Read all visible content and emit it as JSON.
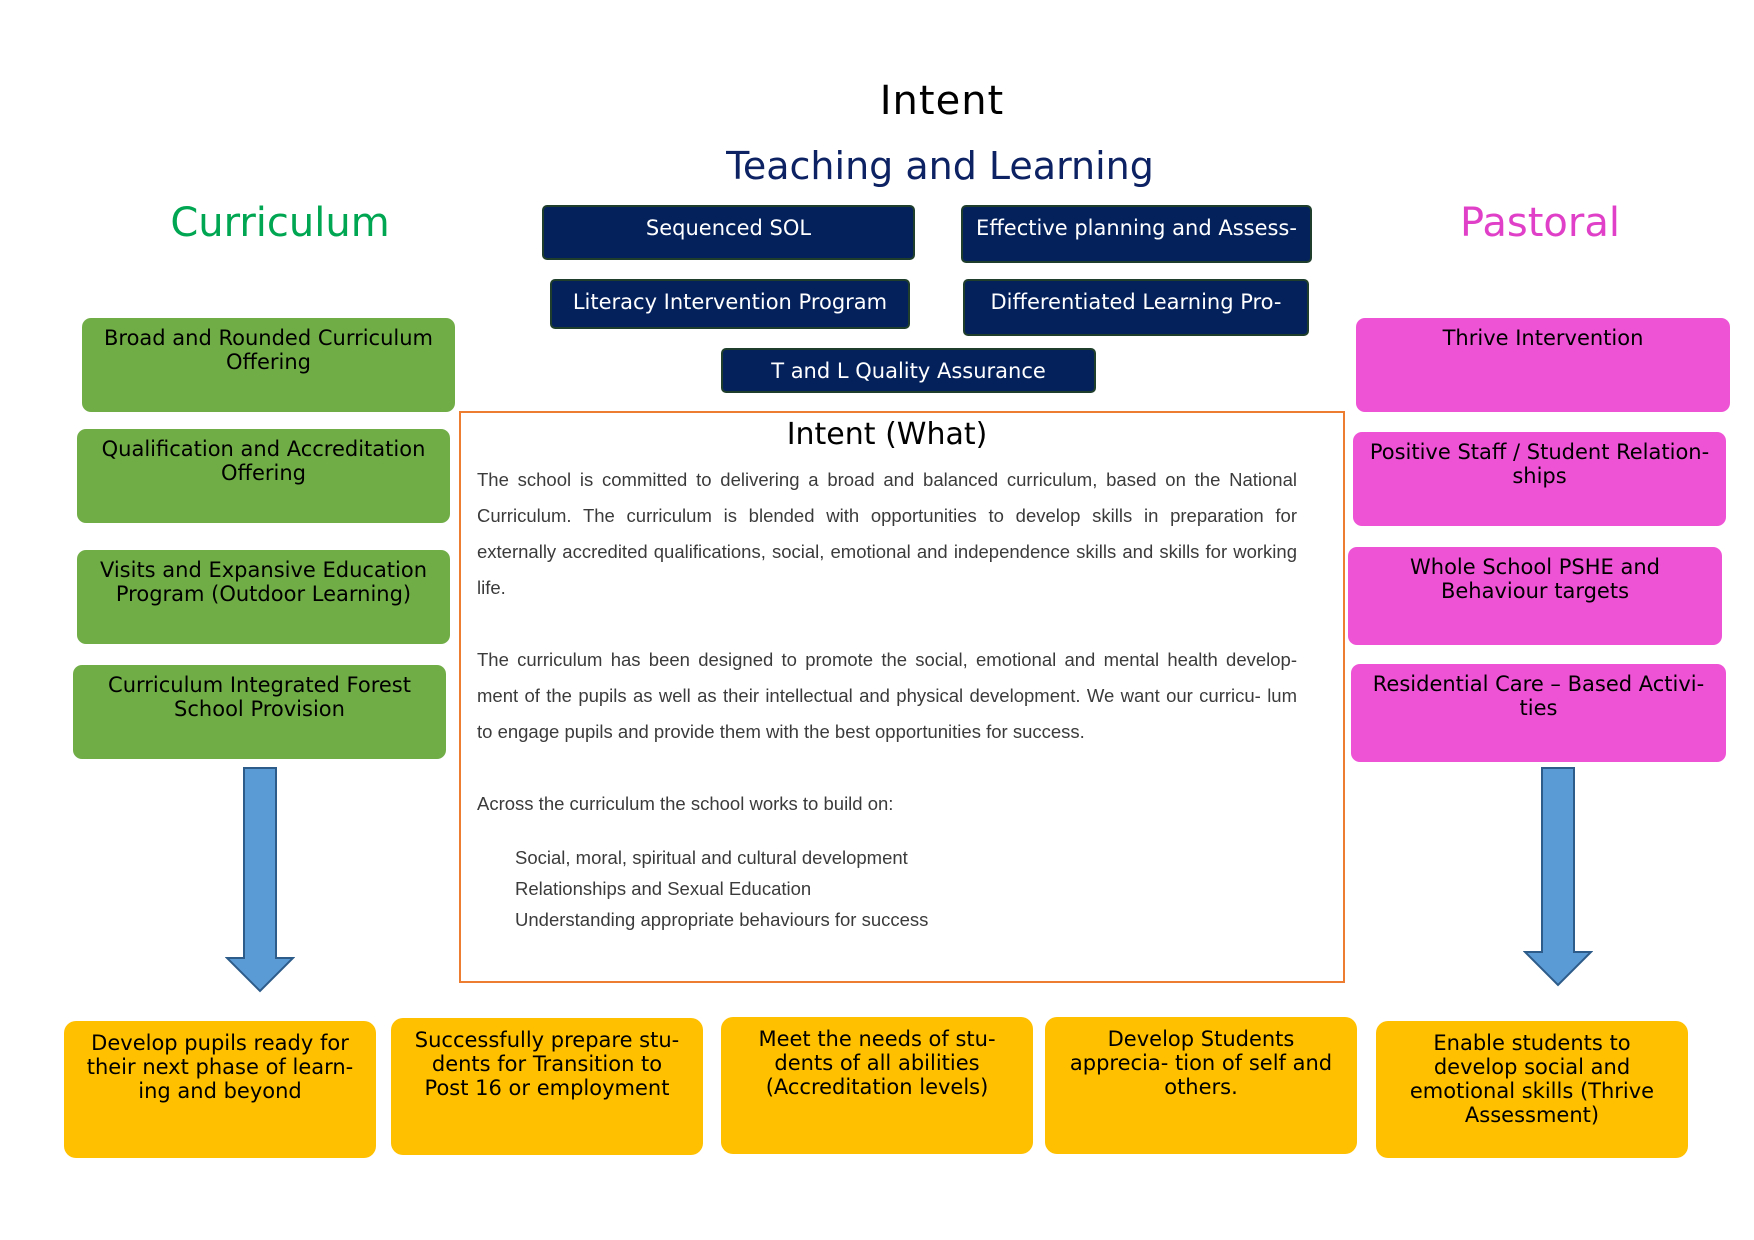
{
  "header": {
    "title": "Intent",
    "subtitle": "Teaching and Learning"
  },
  "columns": {
    "curriculum_heading": "Curriculum",
    "pastoral_heading": "Pastoral"
  },
  "teaching": {
    "boxes": [
      "Sequenced SOL",
      "Effective planning and Assess-",
      "Literacy Intervention Program",
      "Differentiated Learning Pro-",
      "T and L Quality Assurance"
    ]
  },
  "curriculum": {
    "items": [
      "Broad and Rounded Curriculum Offering",
      "Qualification and Accreditation Offering",
      "Visits and Expansive Education Program (Outdoor Learning)",
      "Curriculum Integrated Forest School Provision"
    ]
  },
  "pastoral": {
    "items": [
      "Thrive Intervention",
      "Positive Staff / Student Relation- ships",
      "Whole School PSHE and Behaviour targets",
      "Residential Care – Based Activi- ties"
    ]
  },
  "intent": {
    "title": "Intent (What)",
    "para1": "The school is committed to delivering a broad and balanced curriculum, based on the National Curriculum. The curriculum is blended with opportunities to develop skills in preparation for externally accredited qualifications, social, emotional and independence skills and skills for working life.",
    "para2": "The curriculum has been designed to promote the social, emotional and mental health develop- ment of the pupils as well as their intellectual and physical development. We want our curricu- lum to engage pupils and provide them with the best opportunities for success.",
    "para3": "Across the curriculum the school works to build on:",
    "bullets": [
      "Social, moral, spiritual and cultural development",
      "Relationships and Sexual Education",
      "Understanding appropriate behaviours for success"
    ]
  },
  "outcomes": {
    "items": [
      "Develop pupils ready for their next phase of learn- ing and beyond",
      "Successfully prepare stu- dents for Transition to Post 16 or employment",
      "Meet the needs of stu- dents of all abilities (Accreditation levels)",
      "Develop Students apprecia- tion of self and others.",
      "Enable students to develop social and emotional skills (Thrive Assessment)"
    ]
  },
  "colors": {
    "navy": "#04215c",
    "green": "#71ad47",
    "pink": "#ee52d5",
    "yellow": "#ffc000",
    "curriculum_heading": "#00a651",
    "pastoral_heading": "#e040c8",
    "arrow": "#5b9bd5"
  }
}
